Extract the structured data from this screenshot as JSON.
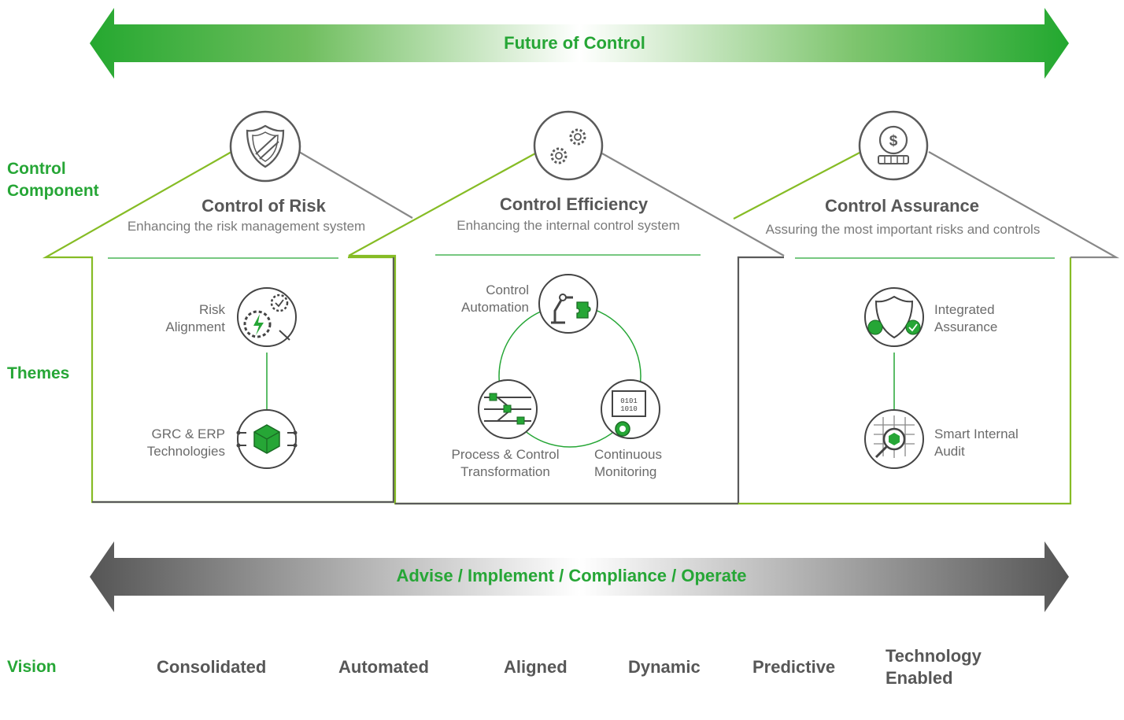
{
  "top_arrow": {
    "label": "Future of Control"
  },
  "bottom_arrow": {
    "label": "Advise / Implement / Compliance / Operate"
  },
  "side_labels": {
    "control_component_line1": "Control",
    "control_component_line2": "Component",
    "themes": "Themes",
    "vision": "Vision"
  },
  "houses": [
    {
      "title": "Control of Risk",
      "subtitle": "Enhancing the risk management system",
      "icon": "shield-icon",
      "themes": [
        {
          "line1": "Risk",
          "line2": "Alignment",
          "icon": "risk-alignment-icon"
        },
        {
          "line1": "GRC & ERP",
          "line2": "Technologies",
          "icon": "grc-erp-icon"
        }
      ]
    },
    {
      "title": "Control Efficiency",
      "subtitle": "Enhancing the internal control system",
      "icon": "gears-icon",
      "themes": [
        {
          "line1": "Control",
          "line2": "Automation",
          "icon": "robot-arm-puzzle-icon"
        },
        {
          "line1": "Process & Control",
          "line2": "Transformation",
          "icon": "process-flow-icon"
        },
        {
          "line1": "Continuous",
          "line2": "Monitoring",
          "icon": "binary-monitor-icon"
        }
      ]
    },
    {
      "title": "Control Assurance",
      "subtitle": "Assuring the most important risks and controls",
      "icon": "coin-hand-icon",
      "themes": [
        {
          "line1": "Integrated",
          "line2": "Assurance",
          "icon": "shield-lock-check-icon"
        },
        {
          "line1": "Smart Internal",
          "line2": "Audit",
          "icon": "magnifier-grid-icon"
        }
      ]
    }
  ],
  "vision": {
    "items": [
      {
        "line1": "Consolidated",
        "line2": ""
      },
      {
        "line1": "Automated",
        "line2": ""
      },
      {
        "line1": "Aligned",
        "line2": ""
      },
      {
        "line1": "Dynamic",
        "line2": ""
      },
      {
        "line1": "Predictive",
        "line2": ""
      },
      {
        "line1": "Technology",
        "line2": "Enabled"
      }
    ]
  },
  "colors": {
    "green": "#26A636",
    "bright_green": "#1FAA2E",
    "gray": "#5A5A5A",
    "outline_green": "#86BC25"
  }
}
